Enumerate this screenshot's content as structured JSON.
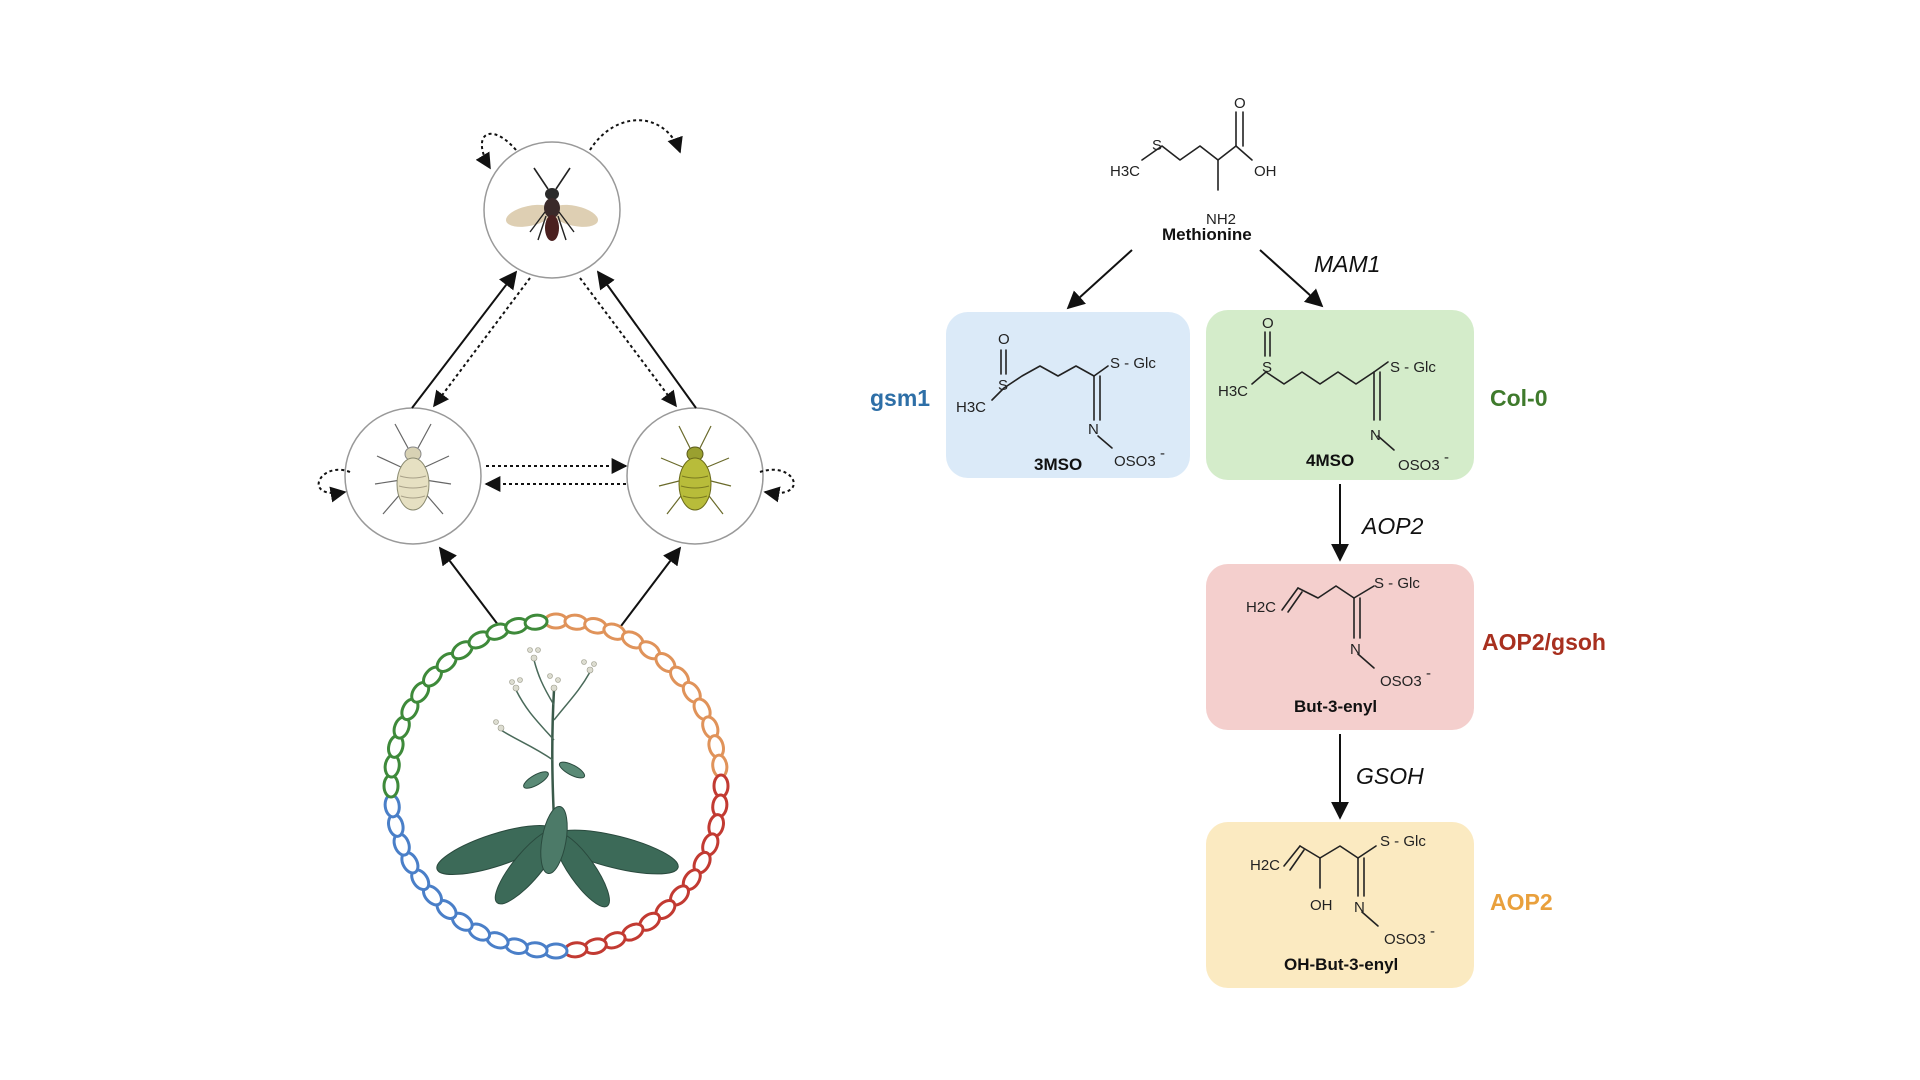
{
  "diagram": {
    "left_panel": {
      "nodes": [
        {
          "id": "parasitoid",
          "name": "parasitoid-wasp-node"
        },
        {
          "id": "aphid_pale",
          "name": "pale-aphid-node"
        },
        {
          "id": "aphid_green",
          "name": "green-aphid-node"
        },
        {
          "id": "plant",
          "name": "plant-genome-node"
        }
      ],
      "dna_ring_colors": [
        "#3e8a3a",
        "#e0935a",
        "#c23a32",
        "#4a7fc8"
      ]
    },
    "pathway": {
      "start": {
        "name": "Methionine",
        "atoms": {
          "h3c": "H3C",
          "s": "S",
          "o": "O",
          "oh": "OH",
          "nh2": "NH2"
        }
      },
      "genes": {
        "mam1": "MAM1",
        "aop2": "AOP2",
        "gsoh": "GSOH"
      },
      "compounds": [
        {
          "name": "3MSO",
          "strain": "gsm1",
          "box_color": "#dbeaf8",
          "label_color": "#2e6fa7"
        },
        {
          "name": "4MSO",
          "strain": "Col-0",
          "box_color": "#d4ecca",
          "label_color": "#3f7a2c"
        },
        {
          "name": "But-3-enyl",
          "strain": "AOP2/gsoh",
          "box_color": "#f4cfcd",
          "label_color": "#a8301f"
        },
        {
          "name": "OH-But-3-enyl",
          "strain": "AOP2",
          "box_color": "#fbeac1",
          "label_color": "#e9a03c"
        }
      ],
      "atoms": {
        "o": "O",
        "s": "S",
        "s_glc": "S - Glc",
        "n": "N",
        "oso3": "OSO3",
        "h3c": "H3C",
        "h2c": "H2C",
        "oh": "OH",
        "minus": "-"
      }
    }
  }
}
